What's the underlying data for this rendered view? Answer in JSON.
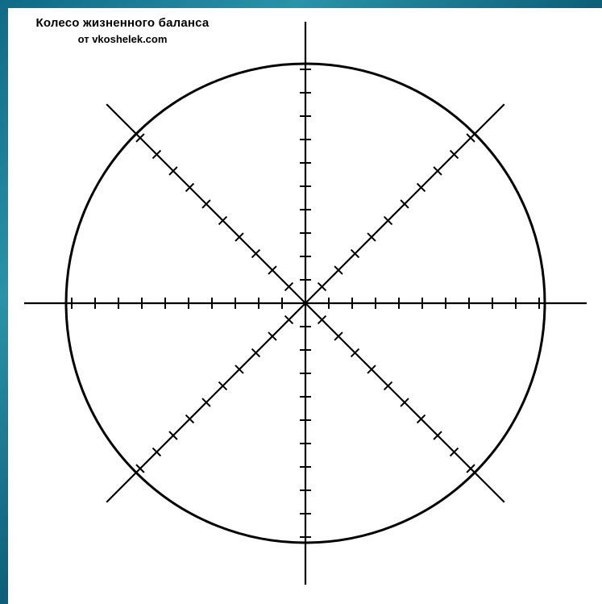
{
  "header": {
    "title": "Колесо жизненного баланса",
    "subtitle": "от vkoshelek.com"
  },
  "wheel": {
    "axes": 8,
    "ticks_per_arm": 10,
    "colors": {
      "stroke": "#000000",
      "paper": "#ffffff"
    }
  }
}
